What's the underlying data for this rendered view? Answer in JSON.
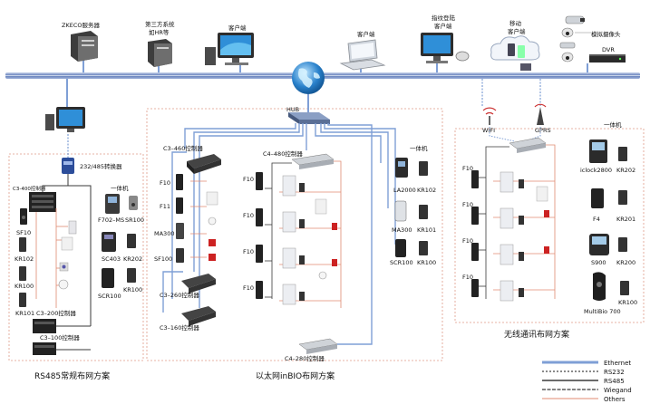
{
  "top": {
    "zkeco_server": "ZKECO服务器",
    "third_party": [
      "第三方系统",
      "如HR等"
    ],
    "client1": "客户端",
    "client2": "客户端",
    "fp_login": [
      "指纹登陆",
      "客户端"
    ],
    "mobile": [
      "移动",
      "客户端"
    ],
    "camera": "模拟摄像头",
    "dvr": "DVR"
  },
  "network": {
    "hub": "HUB",
    "wifi": "WIFI",
    "gprs": "GPRS",
    "converter": "232/485转换器"
  },
  "left": {
    "title": "RS485常规布网方案",
    "c3_400": "C3-400控制器",
    "integrated": "一体机",
    "f702": "F702–MS",
    "sr100": "SR100",
    "sc403": "SC403",
    "kr202": "KR202",
    "kr100a": "KR100",
    "scr100": "SCR100",
    "sf10": "SF10",
    "kr102": "KR102",
    "kr100": "KR100",
    "kr101": "KR101",
    "c3_200": "C3–200控制器",
    "c3_100": "C3–100控制器"
  },
  "middle": {
    "title": "以太网inBIO布网方案",
    "c3_460": "C3–460控制器",
    "c4_480": "C4–480控制器",
    "f10": "F10",
    "f11": "F11",
    "ma300": "MA300",
    "sf100": "SF100",
    "c3_260": "C3–260控制器",
    "c3_160": "C3–160控制器",
    "c4_280": "C4–280控制器",
    "integrated": "一体机",
    "la2000": "LA2000",
    "kr102": "KR102",
    "ma300b": "MA300",
    "kr101": "KR101",
    "scr100": "SCR100",
    "kr100": "KR100",
    "f10_list": [
      "F10",
      "F10",
      "F10",
      "F10"
    ]
  },
  "right": {
    "title": "无线通讯布网方案",
    "integrated": "一体机",
    "iclock": "iclock2800",
    "kr202": "KR202",
    "f4": "F4",
    "kr201": "KR201",
    "s900": "S900",
    "kr200": "KR200",
    "multibio": "MultiBio 700",
    "kr100": "KR100",
    "f10_list": [
      "F10",
      "F10",
      "F10",
      "F10"
    ]
  },
  "legend": {
    "items": [
      "Ethernet",
      "RS232",
      "RS485",
      "Wiegand",
      "Others"
    ],
    "colors": [
      "#7f9fd6",
      "#8a8a8a",
      "#3a3a3a",
      "#5a5a5a",
      "#e08a70"
    ]
  }
}
